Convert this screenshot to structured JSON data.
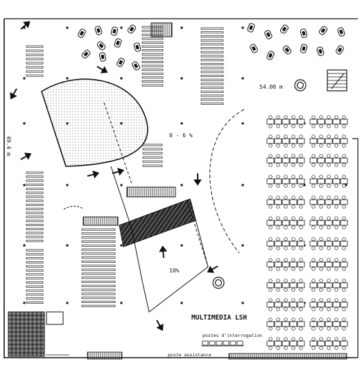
{
  "labels": {
    "dimension_horizontal": "54.00 m",
    "dimension_vertical": "49.4 m",
    "slope_upper": "0 - 6 %",
    "slope_lower": "10%",
    "zone_title": "MULTIMEDIA  LSH",
    "query_stations": "postes d'interrogation",
    "assistance_post": "poste assistance"
  },
  "colors": {
    "ink": "#111111",
    "paper": "#ffffff",
    "hatch": "#3a3a3a"
  }
}
